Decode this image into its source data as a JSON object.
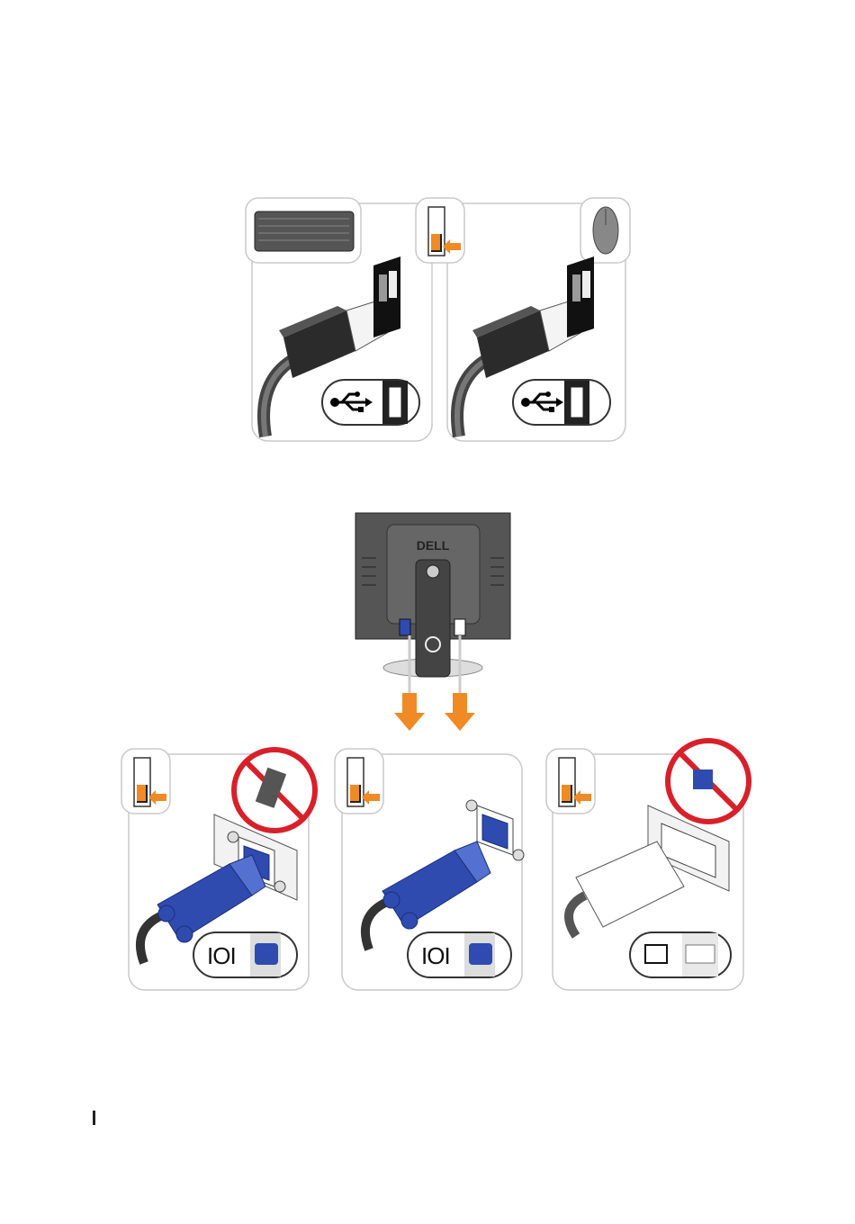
{
  "figures": {
    "usb": {
      "keyboard_icon": "keyboard-icon",
      "mouse_icon": "mouse-icon",
      "usb_symbol": "usb-icon"
    },
    "monitor": {
      "logo": "DELL"
    },
    "video": {
      "vga_symbol": "IOI",
      "panels": [
        "vga-no-adapter",
        "vga",
        "dvi"
      ]
    }
  },
  "colors": {
    "accent": "#f08a24",
    "vga_blue": "#2f4bb0",
    "prohibit_red": "#d8202a",
    "panel_border": "#c8c8c8"
  }
}
